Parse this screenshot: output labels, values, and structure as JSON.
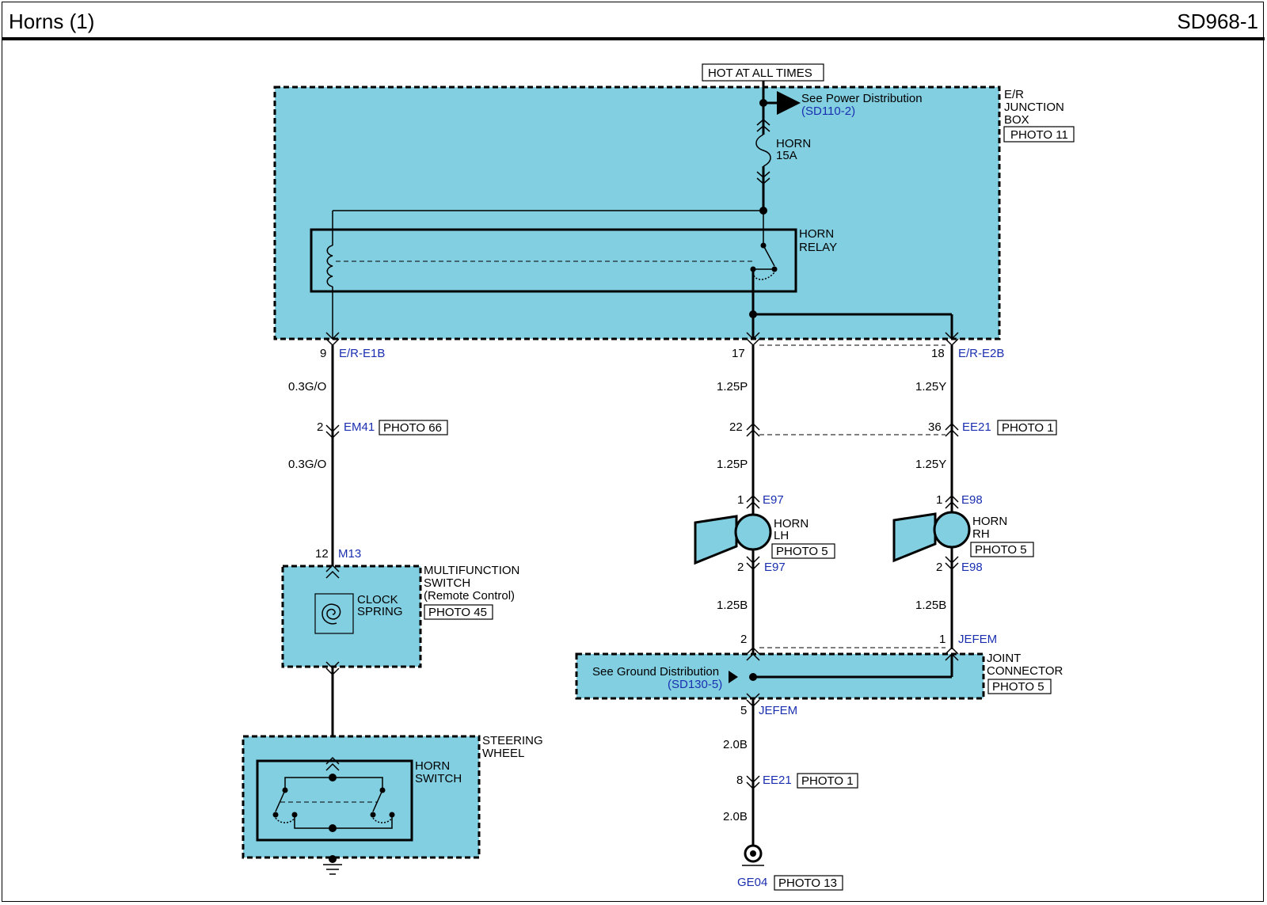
{
  "header": {
    "title": "Horns (1)",
    "code": "SD968-1"
  },
  "power": {
    "hot_label": "HOT AT ALL TIMES",
    "see_power": "See Power Distribution",
    "see_power_ref": "(SD110-2)",
    "fuse_name": "HORN",
    "fuse_rating": "15A"
  },
  "junction_box": {
    "line1": "E/R",
    "line2": "JUNCTION",
    "line3": "BOX",
    "photo": "PHOTO 11"
  },
  "relay": {
    "line1": "HORN",
    "line2": "RELAY"
  },
  "connectors": {
    "er_e1b": {
      "pin": "9",
      "name": "E/R-E1B"
    },
    "er_e2b_a": {
      "pin": "17"
    },
    "er_e2b_b": {
      "pin": "18",
      "name": "E/R-E2B"
    },
    "em41": {
      "pin": "2",
      "name": "EM41",
      "photo": "PHOTO 66"
    },
    "ee21_top_a": {
      "pin": "22"
    },
    "ee21_top_b": {
      "pin": "36",
      "name": "EE21",
      "photo": "PHOTO 1"
    },
    "m13": {
      "pin": "12",
      "name": "M13"
    },
    "e97_top": {
      "pin": "1",
      "name": "E97"
    },
    "e97_bot": {
      "pin": "2",
      "name": "E97"
    },
    "e98_top": {
      "pin": "1",
      "name": "E98"
    },
    "e98_bot": {
      "pin": "2",
      "name": "E98"
    },
    "jefem_a": {
      "pin": "2"
    },
    "jefem_b": {
      "pin": "1",
      "name": "JEFEM"
    },
    "jefem_c": {
      "pin": "5",
      "name": "JEFEM"
    },
    "ee21_bot": {
      "pin": "8",
      "name": "EE21",
      "photo": "PHOTO 1"
    }
  },
  "wires": {
    "w_9_a": "0.3G/O",
    "w_9_b": "0.3G/O",
    "w_17_a": "1.25P",
    "w_17_b": "1.25P",
    "w_18_a": "1.25Y",
    "w_18_b": "1.25Y",
    "w_lh": "1.25B",
    "w_rh": "1.25B",
    "w_gnd_a": "2.0B",
    "w_gnd_b": "2.0B"
  },
  "multifunction": {
    "line1": "MULTIFUNCTION",
    "line2": "SWITCH",
    "line3": "(Remote Control)",
    "photo": "PHOTO 45",
    "clock1": "CLOCK",
    "clock2": "SPRING"
  },
  "steering": {
    "line1": "STEERING",
    "line2": "WHEEL",
    "switch1": "HORN",
    "switch2": "SWITCH"
  },
  "horn_lh": {
    "line1": "HORN",
    "line2": "LH",
    "photo": "PHOTO 5"
  },
  "horn_rh": {
    "line1": "HORN",
    "line2": "RH",
    "photo": "PHOTO 5"
  },
  "joint": {
    "line1": "JOINT",
    "line2": "CONNECTOR",
    "photo": "PHOTO 5",
    "see_ground": "See Ground Distribution",
    "see_ground_ref": "(SD130-5)"
  },
  "ground": {
    "name": "GE04",
    "photo": "PHOTO 13"
  },
  "colors": {
    "box_fill": "#82cfe2",
    "ref_blue": "#1a2fb0"
  }
}
